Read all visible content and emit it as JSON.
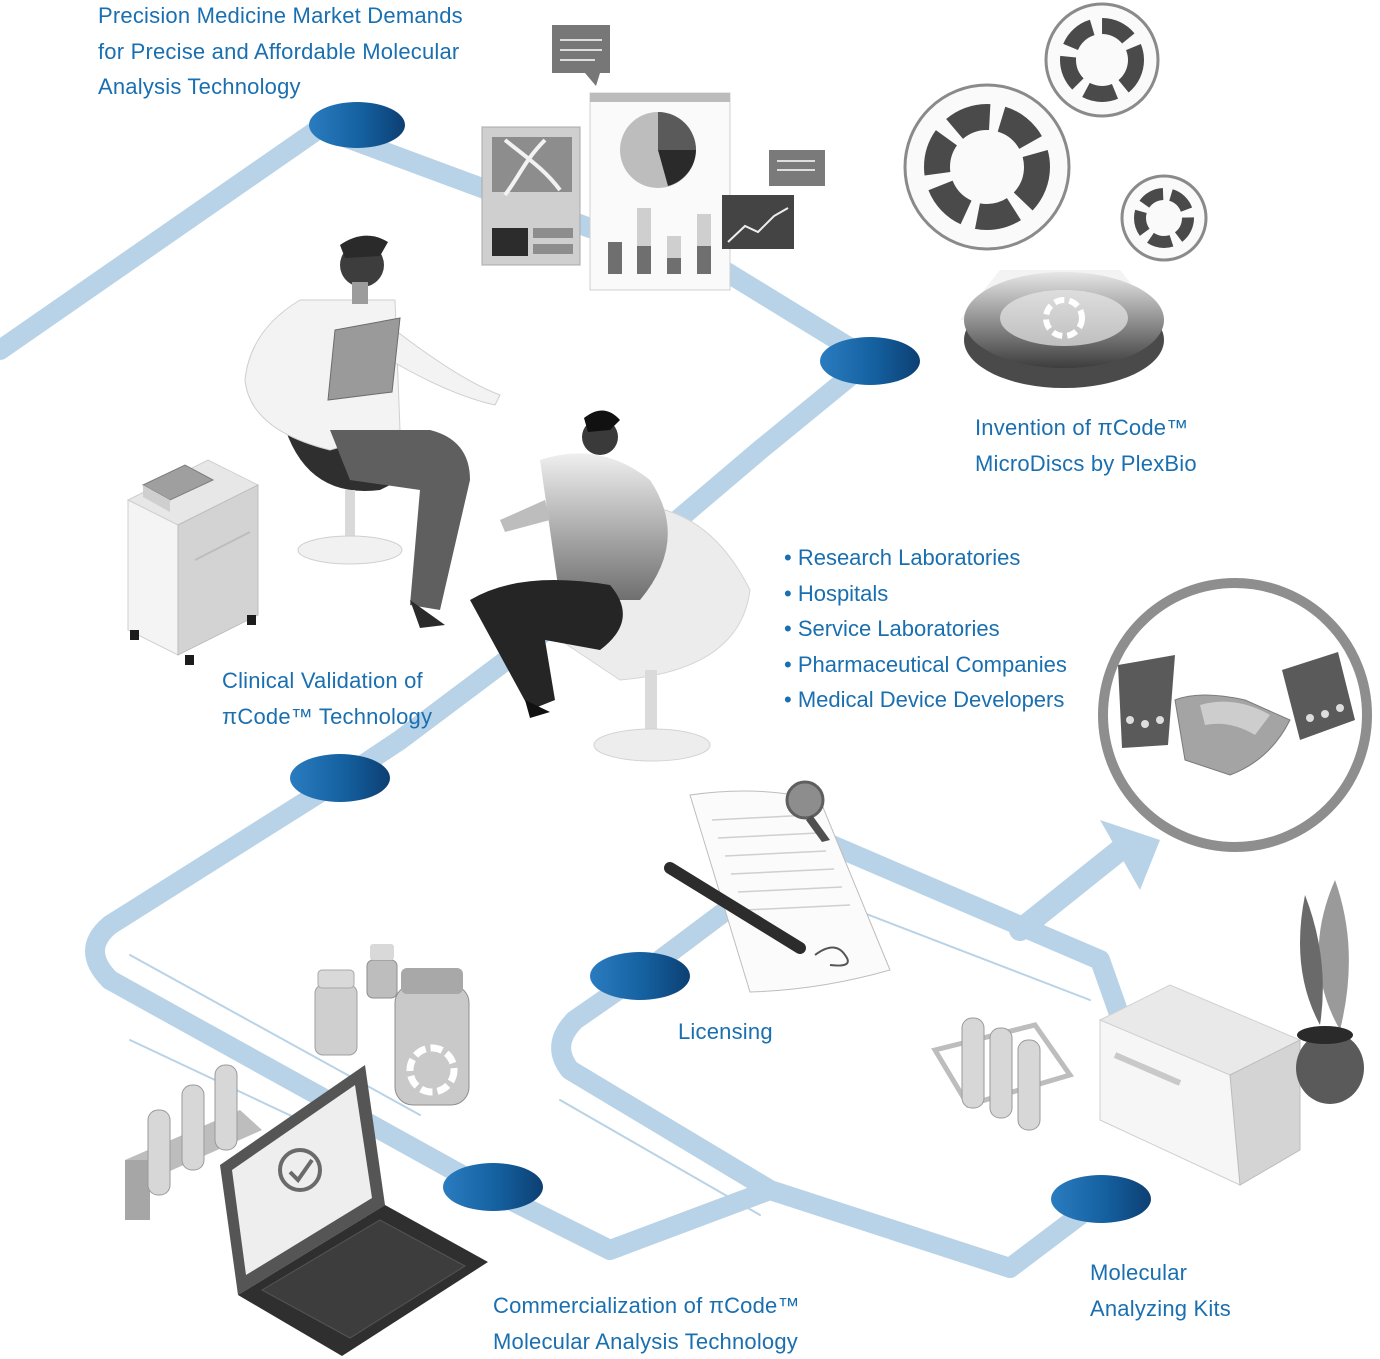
{
  "labels": {
    "market": [
      "Precision Medicine Market Demands",
      "for Precise and Affordable Molecular",
      "Analysis Technology"
    ],
    "invention": [
      "Invention of πCode™",
      "MicroDiscs by PlexBio"
    ],
    "clinical": [
      "Clinical Validation of",
      "πCode™ Technology"
    ],
    "licensing": "Licensing",
    "commercialization": [
      "Commercialization of πCode™",
      "Molecular Analysis Technology"
    ],
    "kits": [
      "Molecular",
      "Analyzing Kits"
    ]
  },
  "markets": [
    "• Research Laboratories",
    "• Hospitals",
    "• Service Laboratories",
    "• Pharmaceutical Companies",
    "• Medical Device Developers"
  ],
  "colors": {
    "path": "#b8d3e7",
    "node": "#1a5f9c",
    "text": "#1a6fb0",
    "illustration_gray": "#8a8a8a"
  }
}
